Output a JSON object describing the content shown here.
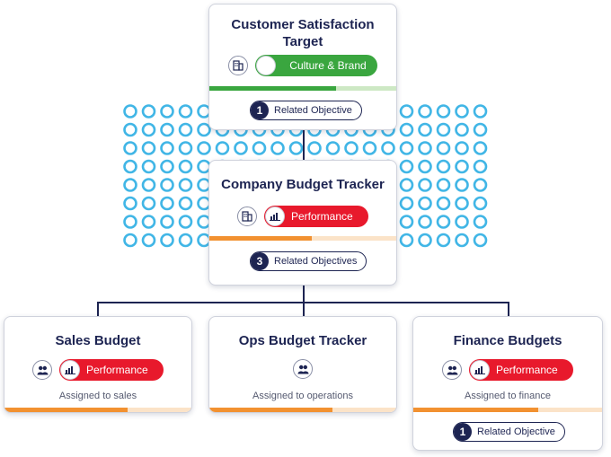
{
  "colors": {
    "navy": "#1d2452",
    "dot": "#41b6e6",
    "green": "#3aa63f",
    "green_light": "#cde8c4",
    "red": "#e8192c",
    "orange": "#f29130",
    "orange_light": "#fbe3c8"
  },
  "cards": {
    "customer": {
      "title_line1": "Customer Satisfaction",
      "title_line2": "Target",
      "category": "Culture & Brand",
      "category_color": "green",
      "progress": 0.68,
      "related_count": "1",
      "related_label": "Related Objective"
    },
    "company": {
      "title": "Company Budget Tracker",
      "category": "Performance",
      "category_color": "red",
      "progress": 0.55,
      "related_count": "3",
      "related_label": "Related Objectives"
    },
    "sales": {
      "title": "Sales Budget",
      "category": "Performance",
      "assigned": "Assigned to sales",
      "progress": 0.66
    },
    "ops": {
      "title": "Ops Budget Tracker",
      "assigned": "Assigned to operations",
      "progress": 0.66
    },
    "finance": {
      "title": "Finance Budgets",
      "category": "Performance",
      "assigned": "Assigned to finance",
      "progress": 0.66,
      "related_count": "1",
      "related_label": "Related Objective"
    }
  }
}
